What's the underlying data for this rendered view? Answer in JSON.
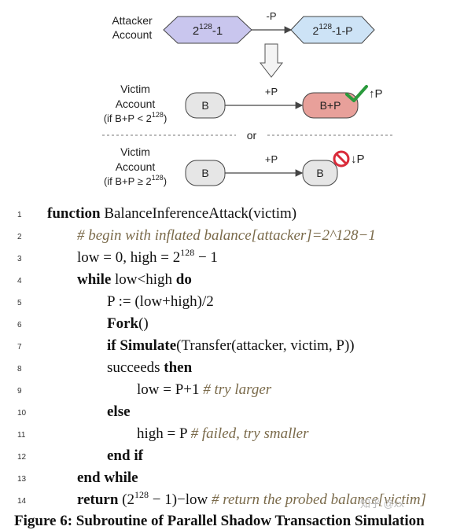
{
  "diagram": {
    "attacker_label": [
      "Attacker",
      "Account"
    ],
    "attacker_before": {
      "base": "2",
      "sup": "128",
      "tail": "-1"
    },
    "attacker_after": {
      "base": "2",
      "sup": "128",
      "tail": "-1-P"
    },
    "transfer_out": "-P",
    "victim_case1_label": [
      "Victim",
      "Account"
    ],
    "victim_case1_cond": {
      "pre": "(if B+P < 2",
      "sup": "128",
      "post": ")"
    },
    "victim_case2_label": [
      "Victim",
      "Account"
    ],
    "victim_case2_cond": {
      "pre": "(if B+P ≥ 2",
      "sup": "128",
      "post": ")"
    },
    "transfer_in": "+P",
    "victim_before": "B",
    "victim_case1_after": "B+P",
    "victim_case2_after": "B",
    "up_indicator": "↑P",
    "down_indicator": "↓P",
    "separator": "or",
    "colors": {
      "attacker_fill": "#c9c6ee",
      "attacker_after_fill": "#cde3f6",
      "victim_fill": "#e6e6e6",
      "victim_success_fill": "#e8a09a",
      "check": "#2a9a3c",
      "stop": "#d92b3a"
    }
  },
  "code": {
    "line_numbers": [
      "1",
      "2",
      "3",
      "4",
      "5",
      "6",
      "7",
      "8",
      "9",
      "10",
      "11",
      "12",
      "13",
      "14"
    ],
    "l1_kw": "function",
    "l1_rest": " BalanceInferenceAttack(victim)",
    "l2_comment": "# begin with inflated balance[attacker]=2^128−1",
    "l3_a": "low = 0, high = 2",
    "l3_sup": "128",
    "l3_b": " − 1",
    "l4_kw1": "while",
    "l4_mid": " low<high ",
    "l4_kw2": "do",
    "l5": "P := (low+high)/2",
    "l6_kw": "Fork",
    "l6_rest": "()",
    "l7_kw1": "if",
    "l7_kw2": " Simulate",
    "l7_rest": "(Transfer(attacker, victim, P))",
    "l8_a": "succeeds ",
    "l8_kw": "then",
    "l9_a": "low = P+1 ",
    "l9_comment": "# try larger",
    "l10_kw": "else",
    "l11_a": "high = P ",
    "l11_comment": "# failed, try smaller",
    "l12_kw": "end if",
    "l13_kw": "end while",
    "l14_kw": "return",
    "l14_a": " (2",
    "l14_sup": "128",
    "l14_b": " − 1)−low ",
    "l14_comment": "# return the probed balance[victim]"
  },
  "caption": "Figure 6: Subroutine of Parallel Shadow Transaction Simulation",
  "watermark": "知乎 @xx"
}
